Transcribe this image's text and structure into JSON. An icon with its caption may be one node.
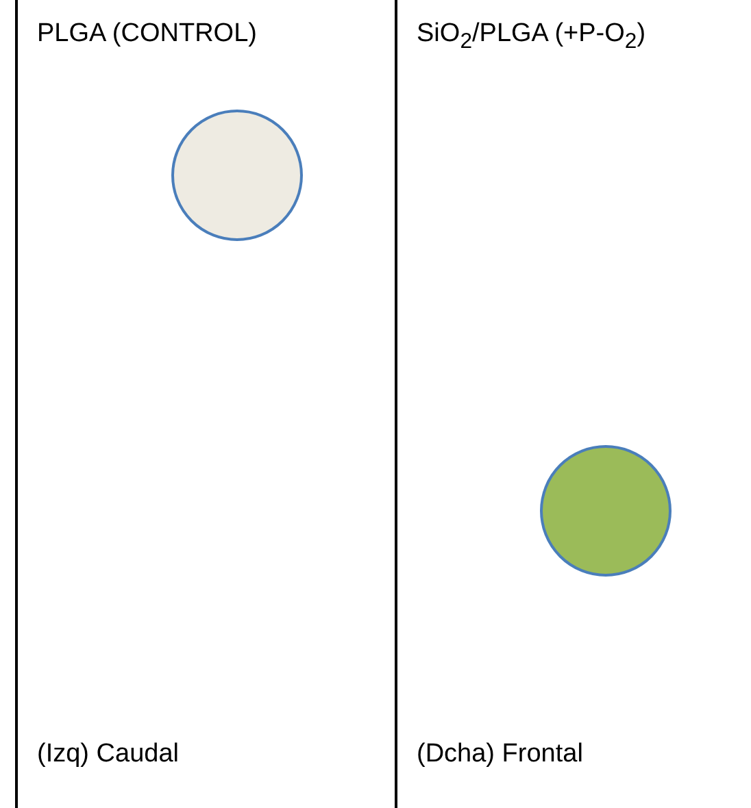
{
  "diagram": {
    "nodes": [
      {
        "text": [
          "PLGA (CONTROL)",
          "(Izq) Caudal"
        ]
      },
      {
        "text": [],
        "shape": "circle",
        "in": 0
      },
      {
        "text": [
          "SiO$_{2}$/PLGA (+P-O$_{2}$)",
          "(Dcha) Frontal"
        ]
      },
      {
        "text": [],
        "shape": "circle",
        "in": 2
      }
    ]
  }
}
